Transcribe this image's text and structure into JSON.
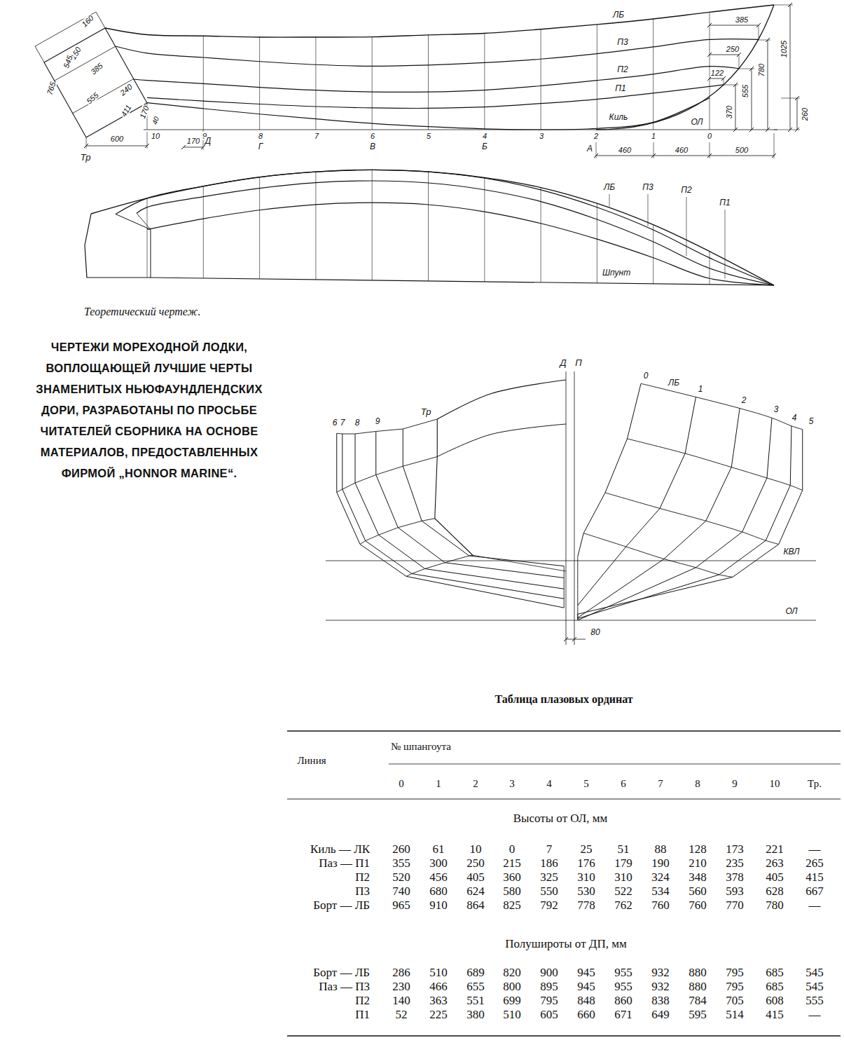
{
  "diagram": {
    "title": "ЧЕРТЕЖИ МОРЕХОДНОЙ ЛОДКИ, ВОПЛОЩАЮЩЕЙ ЛУЧШИЕ ЧЕРТЫ ЗНАМЕНИТЫХ НЬЮФАУНДЛЕНДСКИХ ДОРИ, РАЗРАБОТАНЫ ПО ПРОСЬБЕ ЧИТАТЕЛЕЙ СБОРНИКА НА ОСНОВЕ МАТЕРИАЛОВ, ПРЕДОСТАВЛЕННЫХ ФИРМОЙ „HONNOR MARINE“.",
    "caption": "Теоретический чертеж.",
    "labels": [
      "160",
      "150",
      "545",
      "385",
      "765",
      "240",
      "555",
      "411",
      "170",
      "40",
      "Тр",
      "600",
      "10",
      "9",
      "170",
      "Д",
      "8",
      "Г",
      "7",
      "6",
      "В",
      "5",
      "4",
      "Б",
      "3",
      "2",
      "А",
      "1",
      "0",
      "460",
      "460",
      "500",
      "ЛБ",
      "П3",
      "П2",
      "П1",
      "Киль",
      "ОЛ",
      "385",
      "250",
      "122",
      "370",
      "555",
      "780",
      "1025",
      "260",
      "ЛБ",
      "П3",
      "П2",
      "П1",
      "Шпунт",
      "Д",
      "П",
      "0",
      "ЛБ",
      "1",
      "2",
      "3",
      "4",
      "5",
      "6",
      "7",
      "8",
      "9",
      "Тр",
      "КВЛ",
      "ОЛ",
      "80",
      "Таблица плазовых ординат",
      "Линия",
      "№ шпангоута",
      "0",
      "1",
      "2",
      "3",
      "4",
      "5",
      "6",
      "7",
      "8",
      "9",
      "10",
      "Тр.",
      "Высоты от ОЛ, мм",
      "Киль — ЛК",
      "260",
      "61",
      "10",
      "0",
      "7",
      "25",
      "51",
      "88",
      "128",
      "173",
      "221",
      "—",
      "Паз — П1",
      "355",
      "300",
      "250",
      "215",
      "186",
      "176",
      "179",
      "190",
      "210",
      "235",
      "263",
      "265",
      "П2",
      "520",
      "456",
      "405",
      "360",
      "325",
      "310",
      "310",
      "324",
      "348",
      "378",
      "405",
      "415",
      "П3",
      "740",
      "680",
      "624",
      "580",
      "550",
      "530",
      "522",
      "534",
      "560",
      "593",
      "628",
      "667",
      "Борт — ЛБ",
      "965",
      "910",
      "864",
      "825",
      "792",
      "778",
      "762",
      "760",
      "760",
      "770",
      "780",
      "—",
      "Полушироты от ДП, мм",
      "Борт — ЛБ",
      "286",
      "510",
      "689",
      "820",
      "900",
      "945",
      "955",
      "932",
      "880",
      "795",
      "685",
      "545",
      "Паз — П3",
      "230",
      "466",
      "655",
      "800",
      "895",
      "945",
      "955",
      "932",
      "880",
      "795",
      "685",
      "545",
      "П2",
      "140",
      "363",
      "551",
      "699",
      "795",
      "848",
      "860",
      "838",
      "784",
      "705",
      "608",
      "555",
      "П1",
      "52",
      "225",
      "380",
      "510",
      "605",
      "660",
      "671",
      "649",
      "595",
      "514",
      "415",
      "—"
    ]
  }
}
